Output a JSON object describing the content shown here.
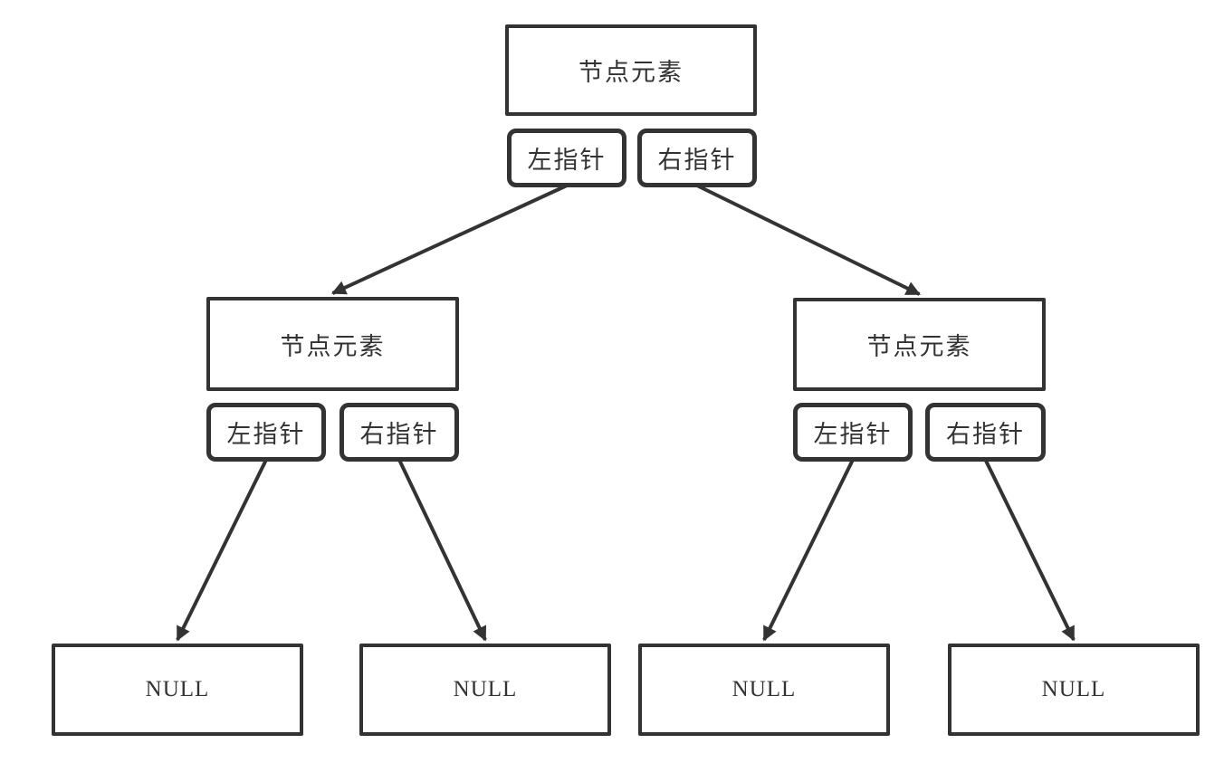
{
  "diagram": {
    "type": "binary-tree-node-structure",
    "colors": {
      "stroke": "#333333",
      "text": "#333333",
      "background": "#ffffff"
    },
    "root": {
      "label": "节点元素",
      "left_pointer": "左指针",
      "right_pointer": "右指针"
    },
    "left_child": {
      "label": "节点元素",
      "left_pointer": "左指针",
      "right_pointer": "右指针"
    },
    "right_child": {
      "label": "节点元素",
      "left_pointer": "左指针",
      "right_pointer": "右指针"
    },
    "leaves": {
      "ll": "NULL",
      "lr": "NULL",
      "rl": "NULL",
      "rr": "NULL"
    },
    "edges": [
      {
        "from": "root-left-pointer",
        "to": "left-child-node"
      },
      {
        "from": "root-right-pointer",
        "to": "right-child-node"
      },
      {
        "from": "left-child-left-pointer",
        "to": "leaf-null-ll"
      },
      {
        "from": "left-child-right-pointer",
        "to": "leaf-null-lr"
      },
      {
        "from": "right-child-left-pointer",
        "to": "leaf-null-rl"
      },
      {
        "from": "right-child-right-pointer",
        "to": "leaf-null-rr"
      }
    ]
  }
}
